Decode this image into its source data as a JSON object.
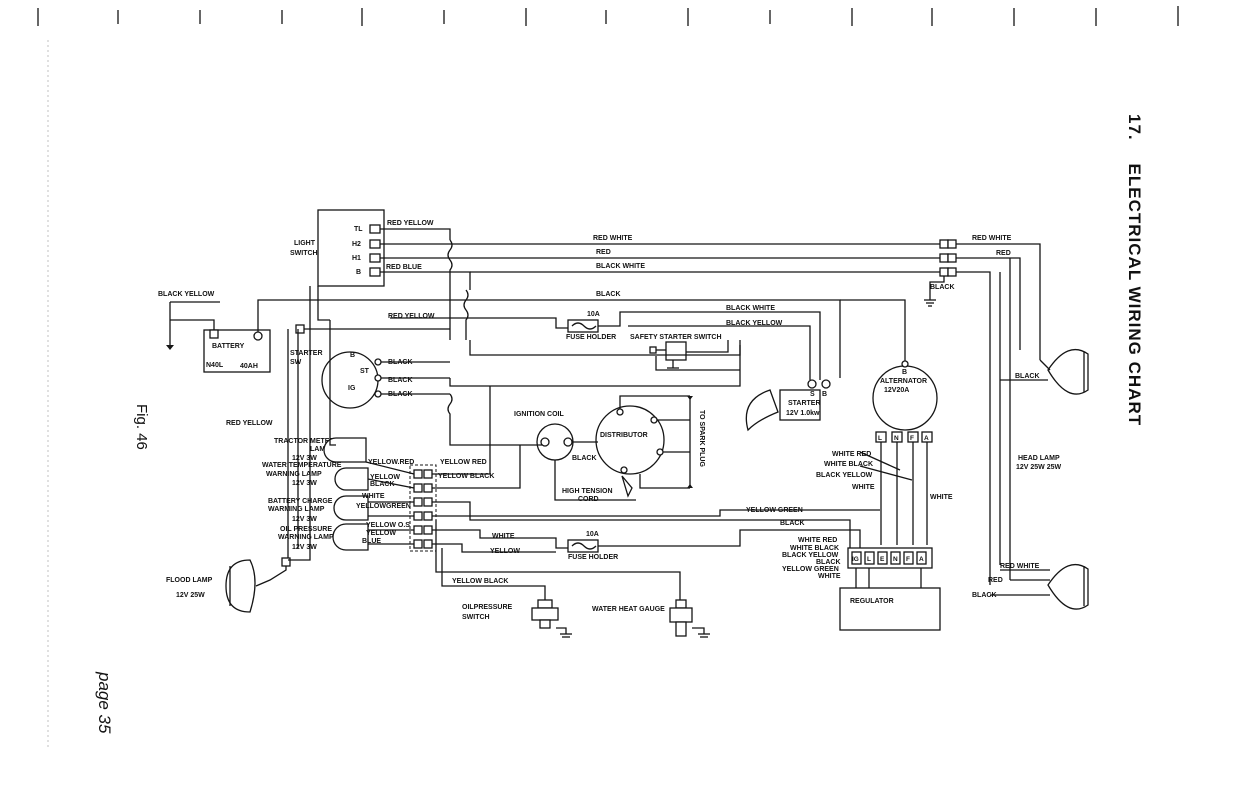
{
  "title": {
    "number": "17.",
    "text": "ELECTRICAL WIRING CHART"
  },
  "figure_label": "Fig. 46",
  "page_label": "page 35",
  "components": {
    "light_switch": "LIGHT SWITCH",
    "light_switch_line1": "LIGHT",
    "light_switch_line2": "SWITCH",
    "ls_terminals": [
      "TL",
      "H2",
      "H1",
      "B"
    ],
    "battery": "BATTERY",
    "battery_model": "N40L",
    "battery_capacity": "40AH",
    "starter_switch": "STARTER SW",
    "starter_switch_line1": "STARTER",
    "starter_switch_line2": "SW",
    "sw_terminals": [
      "B",
      "ST",
      "IG"
    ],
    "fuse_holder_top": "FUSE HOLDER",
    "fuse_top_rating": "10A",
    "safety_starter_switch": "SAFETY STARTER SWITCH",
    "starter": "STARTER",
    "starter_rating": "12V 1.0kw",
    "starter_terminals": [
      "S",
      "B"
    ],
    "alternator": "ALTERNATOR",
    "alternator_rating": "12V20A",
    "alternator_terminal_b": "B",
    "alternator_terminals": [
      "L",
      "N",
      "F",
      "A"
    ],
    "ignition_coil": "IGNITION COIL",
    "distributor": "DISTRIBUTOR",
    "to_spark_plug": "TO SPARK PLUG",
    "high_tension_cord_line1": "HIGH TENSION",
    "high_tension_cord_line2": "CORD",
    "tractor_meter_lamp_line1": "TRACTOR METER",
    "tractor_meter_lamp_line2": "LAMP",
    "tractor_meter_lamp_rating": "12V 3W",
    "water_temp_lamp_line1": "WATER TEMPERATURE",
    "water_temp_lamp_line2": "WARNING LAMP",
    "water_temp_lamp_rating": "12V 3W",
    "battery_charge_lamp_line1": "BATTERY CHARGE",
    "battery_charge_lamp_line2": "WARMING LAMP",
    "battery_charge_lamp_rating": "12V 3W",
    "oil_pressure_lamp_line1": "OIL PRESSURE",
    "oil_pressure_lamp_line2": "WARNING LAMP",
    "oil_pressure_lamp_rating": "12V 3W",
    "fuse_holder_bottom": "FUSE HOLDER",
    "fuse_bottom_rating": "10A",
    "flood_lamp": "FLOOD LAMP",
    "flood_lamp_rating": "12V 25W",
    "oil_pressure_switch_line1": "OILPRESSURE",
    "oil_pressure_switch_line2": "SWITCH",
    "water_heat_gauge": "WATER HEAT GAUGE",
    "regulator": "REGULATOR",
    "regulator_terminals": [
      "IG",
      "L",
      "E",
      "N",
      "F",
      "A"
    ],
    "head_lamp": "HEAD LAMP",
    "head_lamp_rating": "12V 25W 25W"
  },
  "wires": {
    "red_yellow": "RED YELLOW",
    "red_white": "RED WHITE",
    "red": "RED",
    "red_blue": "RED BLUE",
    "black_white": "BLACK WHITE",
    "black": "BLACK",
    "black_yellow": "BLACK YELLOW",
    "yellow_red": "YELLOW RED",
    "yellow_black": "YELLOW BLACK",
    "yellow_green": "YELLOW GREEN",
    "yellow": "YELLOW",
    "white": "WHITE",
    "white_red": "WHITE RED",
    "white_black": "WHITE BLACK",
    "yellow_red_cmp": "YELLOW.RED",
    "yellow_black_stack1": "YELLOW",
    "yellow_black_stack2": "BLACK",
    "yellow_green_cmp": "YELLOWGREEN",
    "yellow_os": "YELLOW O.S",
    "yellow_blue_stack1": "YELLOW",
    "yellow_blue_stack2": "BLUE"
  },
  "colors": {
    "ink": "#151515",
    "paper": "#ffffff"
  }
}
